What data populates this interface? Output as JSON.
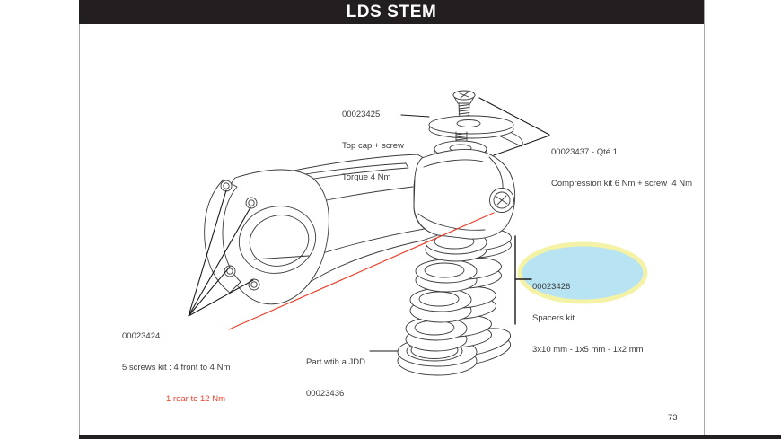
{
  "page": {
    "title": "LDS STEM",
    "page_number": "73"
  },
  "colors": {
    "bar": "#231f20",
    "red": "#e8432d",
    "highlight_fill": "#b7e3f3",
    "highlight_ring": "#f4f2a6",
    "line": "#3a3a3a"
  },
  "labels": {
    "top_cap": {
      "part_no": "00023425",
      "name": "Top cap + screw",
      "torque": "Torque 4 Nm"
    },
    "compression": {
      "part_no": "00023437 - Qté 1",
      "desc": "Compression kit 6 Nm + screw  4 Nm"
    },
    "spacers": {
      "part_no": "00023426",
      "name": "Spacers kit",
      "sizes": "3x10 mm - 1x5 mm - 1x2 mm"
    },
    "screws": {
      "part_no": "00023424",
      "desc": "5 screws kit : 4 front to 4 Nm",
      "rear_torque": "1 rear to 12 Nm"
    },
    "jdd": {
      "desc": "Part wtih a JDD",
      "part_no": "00023436"
    }
  }
}
